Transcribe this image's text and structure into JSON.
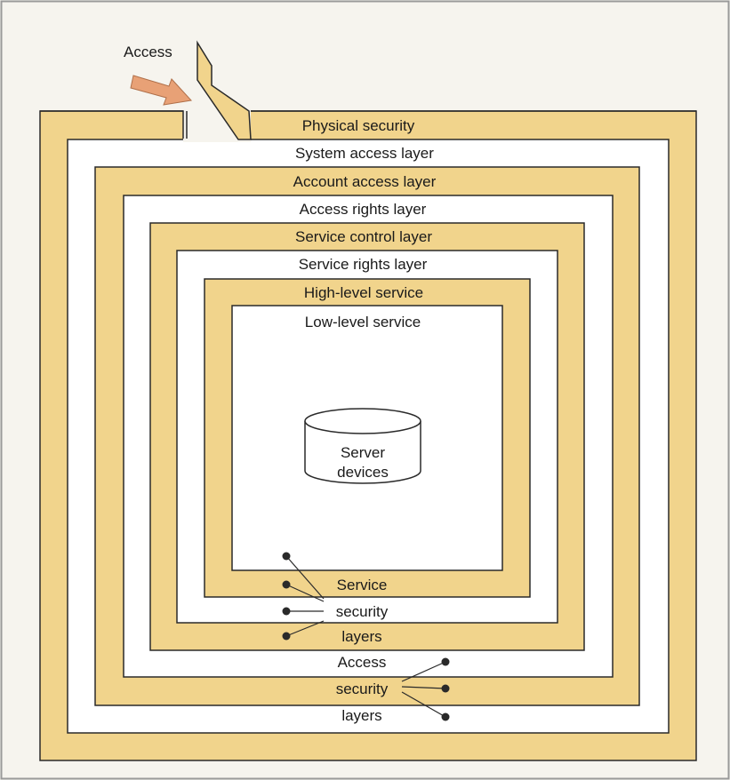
{
  "access_label": "Access",
  "layers": [
    {
      "label": "Physical security"
    },
    {
      "label": "System access layer"
    },
    {
      "label": "Account access layer"
    },
    {
      "label": "Access rights layer"
    },
    {
      "label": "Service control layer"
    },
    {
      "label": "Service rights layer"
    },
    {
      "label": "High-level service"
    },
    {
      "label": "Low-level service"
    }
  ],
  "server": {
    "line1": "Server",
    "line2": "devices"
  },
  "service_group": {
    "line1": "Service",
    "line2": "security",
    "line3": "layers"
  },
  "access_group": {
    "line1": "Access",
    "line2": "security",
    "line3": "layers"
  },
  "colors": {
    "background": "#f6f4ee",
    "band_fill": "#f1d48c",
    "inner_fill": "#ffffff",
    "stroke": "#2a2a2a",
    "arrow": "#e8a176"
  }
}
